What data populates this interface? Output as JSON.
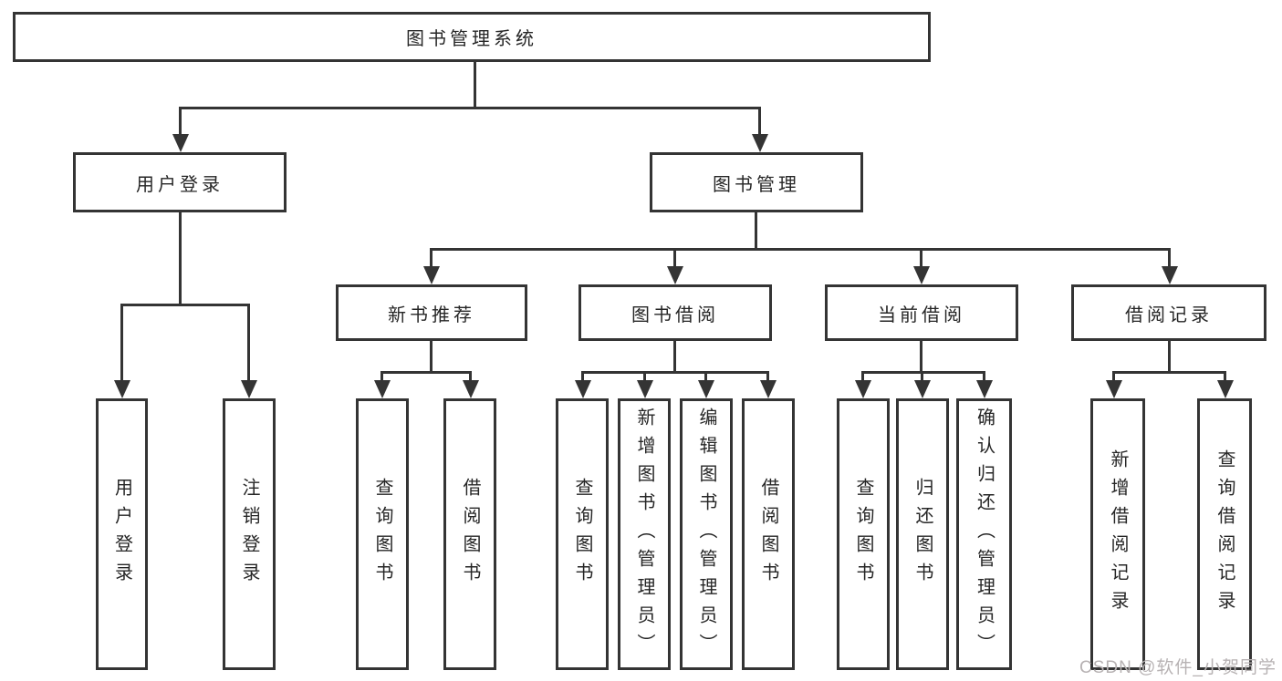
{
  "page": {
    "background": "#ffffff",
    "line_color": "#343434"
  },
  "nodes": {
    "root": {
      "label": "图书管理系统"
    },
    "user_login": {
      "label": "用户登录"
    },
    "book_mgmt": {
      "label": "图书管理"
    },
    "new_book_rec": {
      "label": "新书推荐"
    },
    "book_borrow": {
      "label": "图书借阅"
    },
    "current_borrow": {
      "label": "当前借阅"
    },
    "borrow_record": {
      "label": "借阅记录"
    },
    "leaf_user_login": {
      "label": "用户登录"
    },
    "leaf_logout": {
      "label": "注销登录"
    },
    "leaf_query_book_rec": {
      "label": "查询图书"
    },
    "leaf_borrow_book_rec": {
      "label": "借阅图书"
    },
    "leaf_query_book_borrow": {
      "label": "查询图书"
    },
    "leaf_add_book": {
      "label": "新增图书（管理员）"
    },
    "leaf_edit_book": {
      "label": "编辑图书（管理员）"
    },
    "leaf_borrow_book": {
      "label": "借阅图书"
    },
    "leaf_query_book_current": {
      "label": "查询图书"
    },
    "leaf_return_book": {
      "label": "归还图书"
    },
    "leaf_confirm_return": {
      "label": "确认归还（管理员）"
    },
    "leaf_add_borrow_record": {
      "label": "新增借阅记录"
    },
    "leaf_query_borrow_record": {
      "label": "查询借阅记录"
    }
  },
  "hierarchy": {
    "图书管理系统": {
      "用户登录": [
        "用户登录",
        "注销登录"
      ],
      "图书管理": {
        "新书推荐": [
          "查询图书",
          "借阅图书"
        ],
        "图书借阅": [
          "查询图书",
          "新增图书（管理员）",
          "编辑图书（管理员）",
          "借阅图书"
        ],
        "当前借阅": [
          "查询图书",
          "归还图书",
          "确认归还（管理员）"
        ],
        "借阅记录": [
          "新增借阅记录",
          "查询借阅记录"
        ]
      }
    }
  },
  "watermark": {
    "text": "CSDN @软件_小贺同学",
    "color": "#b7b2b3"
  }
}
